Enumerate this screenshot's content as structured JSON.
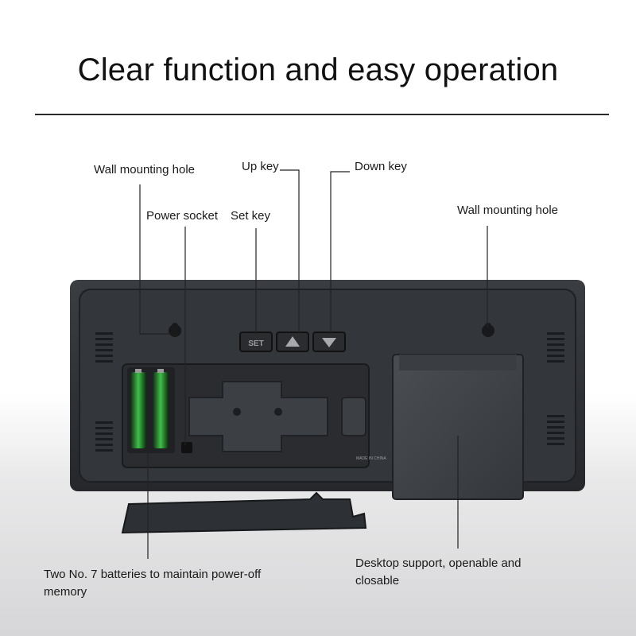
{
  "headline": "Clear function and easy operation",
  "callouts": {
    "wall_hole_left": "Wall mounting hole",
    "up_key": "Up key",
    "down_key": "Down key",
    "power_socket": "Power socket",
    "set_key": "Set key",
    "wall_hole_right": "Wall mounting hole",
    "batteries": "Two No. 7 batteries to maintain power-off memory",
    "desktop_support": "Desktop support, openable and closable"
  },
  "device": {
    "set_button_label": "SET",
    "made_in": "MADE IN CHINA"
  },
  "colors": {
    "housing": "#2f3236",
    "battery_green": "#2f9a3a",
    "leader_line": "#222222"
  }
}
